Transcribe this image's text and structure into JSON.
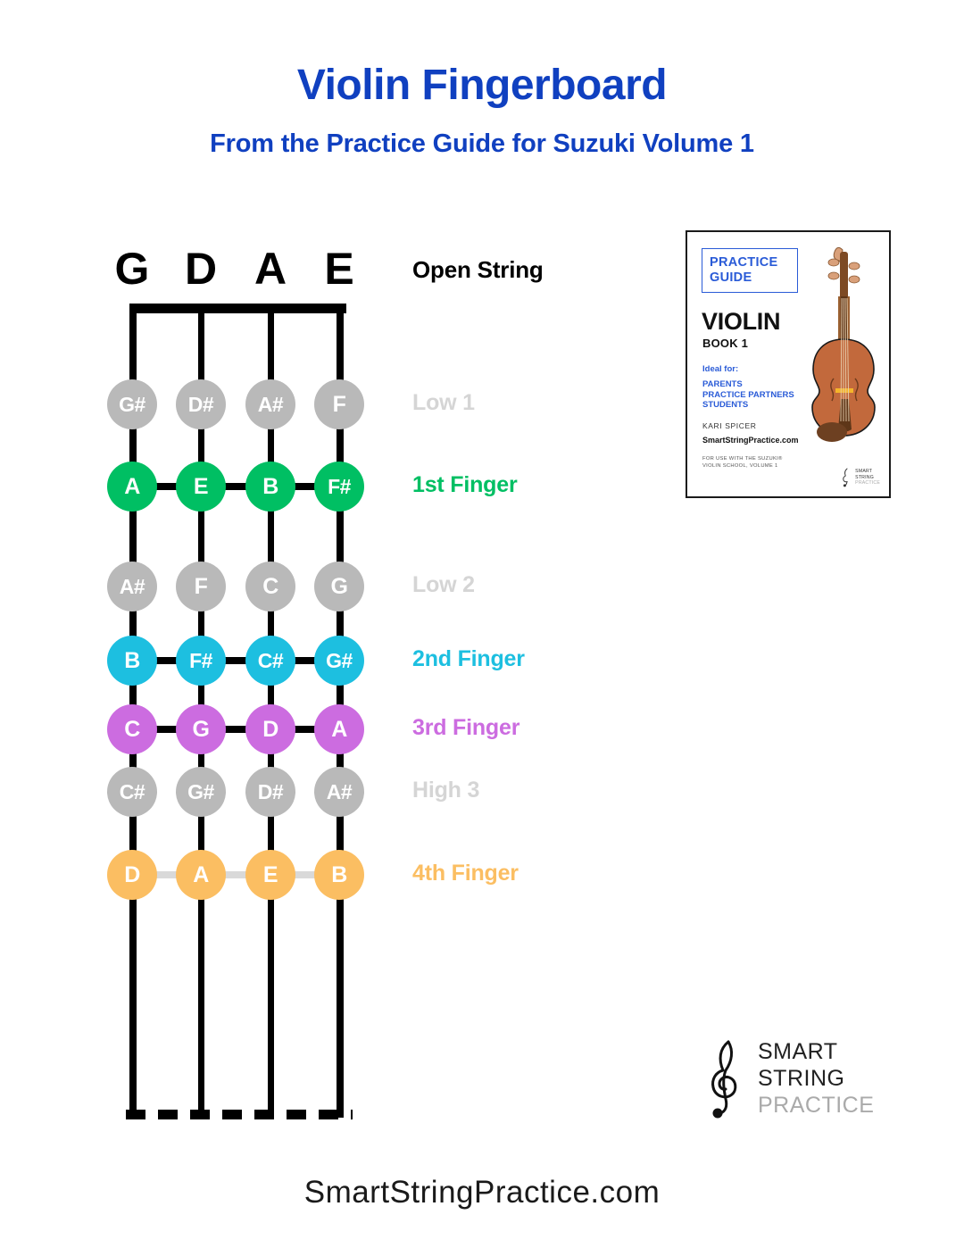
{
  "header": {
    "title": "Violin Fingerboard",
    "subtitle": "From the Practice Guide for Suzuki Volume 1",
    "title_color": "#1040c0"
  },
  "fingerboard": {
    "strings": [
      "G",
      "D",
      "A",
      "E"
    ],
    "rows": [
      {
        "label": "Open String",
        "label_color": "#000000",
        "kind": "open",
        "notes": []
      },
      {
        "label": "Low 1",
        "label_color": "#d5d5d5",
        "kind": "accidental",
        "color": "#b9b9b9",
        "notes": [
          "G#",
          "D#",
          "A#",
          "F"
        ]
      },
      {
        "label": "1st Finger",
        "label_color": "#00bf63",
        "kind": "finger",
        "color": "#00bf63",
        "notes": [
          "A",
          "E",
          "B",
          "F#"
        ]
      },
      {
        "label": "Low 2",
        "label_color": "#d5d5d5",
        "kind": "accidental",
        "color": "#b9b9b9",
        "notes": [
          "A#",
          "F",
          "C",
          "G"
        ]
      },
      {
        "label": "2nd Finger",
        "label_color": "#1dbfe0",
        "kind": "finger",
        "color": "#1dbfe0",
        "notes": [
          "B",
          "F#",
          "C#",
          "G#"
        ]
      },
      {
        "label": "3rd Finger",
        "label_color": "#cc6ce0",
        "kind": "finger",
        "color": "#cc6ce0",
        "notes": [
          "C",
          "G",
          "D",
          "A"
        ]
      },
      {
        "label": "High 3",
        "label_color": "#d5d5d5",
        "kind": "accidental",
        "color": "#b9b9b9",
        "notes": [
          "C#",
          "G#",
          "D#",
          "A#"
        ]
      },
      {
        "label": "4th Finger",
        "label_color": "#fbbe62",
        "kind": "finger",
        "color": "#fbbe62",
        "connector_color": "#d9d9d9",
        "notes": [
          "D",
          "A",
          "E",
          "B"
        ]
      }
    ]
  },
  "book_cover": {
    "badge_line1": "PRACTICE",
    "badge_line2": "GUIDE",
    "instrument": "VIOLIN",
    "book_number": "BOOK 1",
    "ideal_for": "Ideal for:",
    "audience": "PARENTS\nPRACTICE PARTNERS\nSTUDENTS",
    "author": "KARI SPICER",
    "website": "SmartStringPractice.com",
    "footnote": "FOR USE WITH THE SUZUKI®\nVIOLIN SCHOOL, VOLUME 1",
    "logo_line1": "SMART",
    "logo_line2": "STRING",
    "logo_line3": "PRACTICE",
    "accent_color": "#2a5bd7",
    "violin_body_color": "#c2693c"
  },
  "brand_logo": {
    "line1": "SMART",
    "line2": "STRING",
    "line3": "PRACTICE"
  },
  "footer": {
    "url": "SmartStringPractice.com"
  }
}
